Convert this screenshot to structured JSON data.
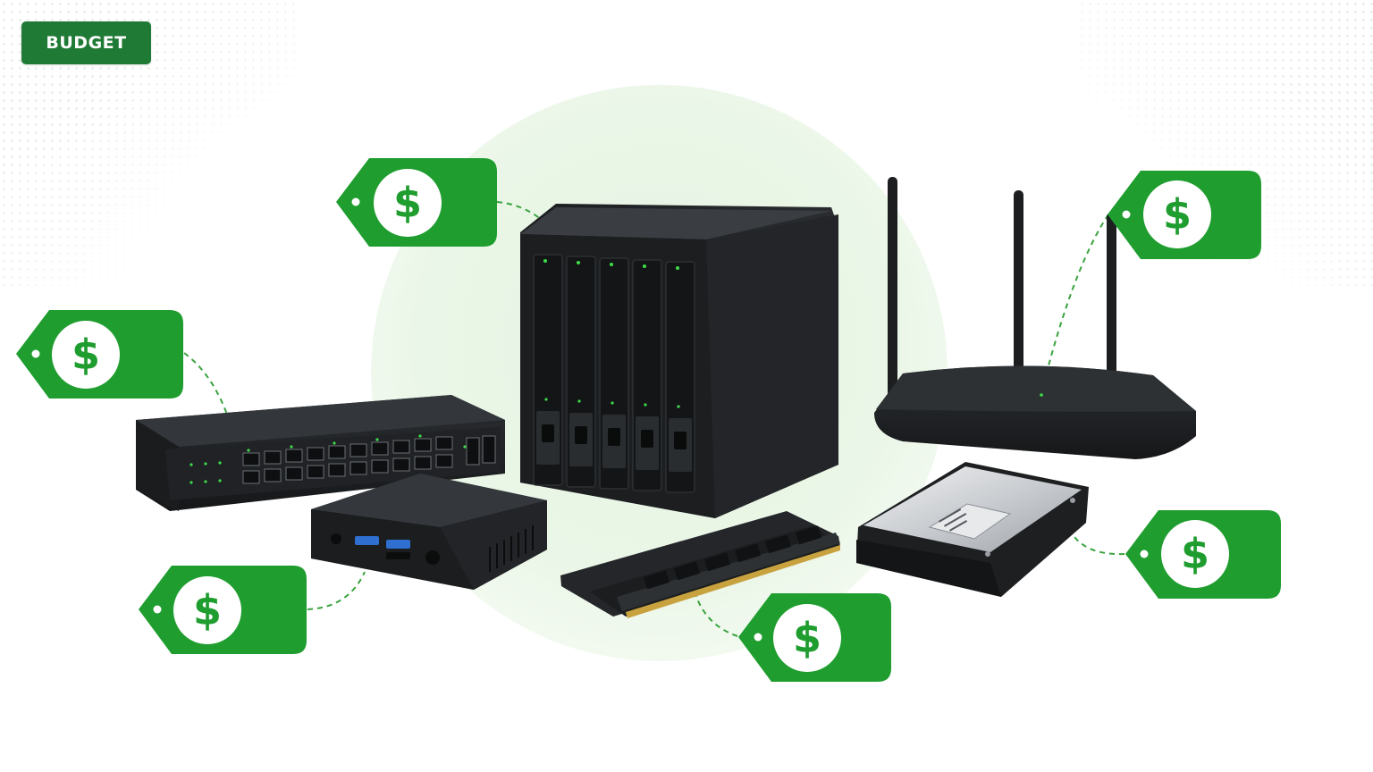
{
  "badge": {
    "label": "BUDGET"
  },
  "colors": {
    "brand_green": "#1f7a35",
    "tag_green": "#1f9d2f",
    "device_black": "#1d1f21",
    "halo_green": "#e6f4e3"
  },
  "tags": [
    {
      "id": "switch",
      "symbol": "$"
    },
    {
      "id": "nas",
      "symbol": "$"
    },
    {
      "id": "router",
      "symbol": "$"
    },
    {
      "id": "mini-pc",
      "symbol": "$"
    },
    {
      "id": "ram",
      "symbol": "$"
    },
    {
      "id": "hard-drive",
      "symbol": "$"
    }
  ],
  "devices": [
    "network-switch",
    "nas-enclosure",
    "wifi-router",
    "mini-pc",
    "ram-modules",
    "hard-drive"
  ],
  "icons": [
    "dollar-icon",
    "price-tag-icon"
  ]
}
